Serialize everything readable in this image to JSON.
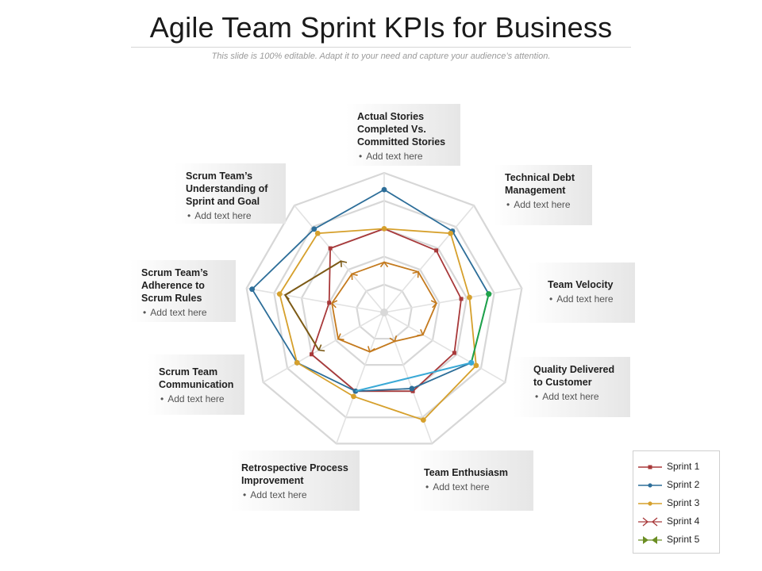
{
  "header": {
    "title": "Agile Team Sprint KPIs for Business",
    "subtitle": "This slide is 100% editable. Adapt it to your need and capture your audience’s attention."
  },
  "cards": [
    {
      "title": "Actual Stories Completed Vs. Committed Stories",
      "bullet": "Add text here"
    },
    {
      "title": "Technical Debt Management",
      "bullet": "Add text here"
    },
    {
      "title": "Team Velocity",
      "bullet": "Add text here"
    },
    {
      "title": "Quality Delivered to Customer",
      "bullet": "Add text here"
    },
    {
      "title": "Team Enthusiasm",
      "bullet": "Add text here"
    },
    {
      "title": "Retrospective Process Improvement",
      "bullet": "Add text here"
    },
    {
      "title": "Scrum Team Communication",
      "bullet": "Add text here"
    },
    {
      "title": "Scrum Team’s Adherence to Scrum Rules",
      "bullet": "Add text here"
    },
    {
      "title": "Scrum Team’s Understanding of Sprint and Goal",
      "bullet": "Add text here"
    }
  ],
  "chart_data": {
    "type": "radar",
    "categories": [
      "Actual Stories Completed Vs. Committed Stories",
      "Technical Debt Management",
      "Team Velocity",
      "Quality Delivered to Customer",
      "Team Enthusiasm",
      "Retrospective Process Improvement",
      "Scrum Team Communication",
      "Scrum Team’s Adherence to Scrum Rules",
      "Scrum Team’s Understanding of Sprint and Goal"
    ],
    "rlim": [
      0,
      5
    ],
    "grid_rings": 5,
    "grid": true,
    "legend_position": "bottom-right",
    "series": [
      {
        "name": "Sprint 1",
        "color": "#a8393a",
        "marker": "square",
        "values": [
          3.0,
          2.9,
          2.8,
          2.9,
          3.0,
          3.0,
          3.0,
          2.0,
          3.0
        ]
      },
      {
        "name": "Sprint 2",
        "color": "#2d6e99",
        "marker": "circle",
        "values": [
          4.4,
          3.8,
          3.8,
          3.6,
          2.9,
          3.0,
          3.6,
          4.8,
          3.9
        ]
      },
      {
        "name": "Sprint 3",
        "color": "#d6a02c",
        "marker": "circle",
        "values": [
          3.0,
          3.7,
          3.1,
          3.8,
          4.1,
          3.2,
          3.6,
          3.8,
          3.7
        ]
      },
      {
        "name": "Sprint 4",
        "color": "#c47a1e",
        "marker": "arrow",
        "values": [
          1.8,
          1.9,
          1.9,
          1.6,
          1.1,
          1.5,
          1.9,
          1.9,
          1.8
        ]
      },
      {
        "name": "Sprint 5",
        "color": "#7c5a16",
        "marker": "arrow",
        "values": [
          null,
          null,
          null,
          null,
          null,
          null,
          2.7,
          3.6,
          2.4
        ]
      }
    ],
    "highlight_segments": [
      {
        "color": "#1fa34a",
        "from_category": 2,
        "to_category": 3,
        "from_series": "Sprint 2",
        "to_series": "Sprint 2"
      },
      {
        "color": "#3aa9d6",
        "from_category": 3,
        "to_category": 5,
        "from_series": "Sprint 2",
        "to_series": "Sprint 2"
      }
    ]
  },
  "legend": {
    "items": [
      {
        "label": "Sprint 1",
        "color": "#a8393a",
        "icon": "line-square-marker"
      },
      {
        "label": "Sprint 2",
        "color": "#2d6e99",
        "icon": "line-circle-marker"
      },
      {
        "label": "Sprint 3",
        "color": "#d6a02c",
        "icon": "line-circle-marker"
      },
      {
        "label": "Sprint 4",
        "color": "#a8393a",
        "icon": "converging-arrows"
      },
      {
        "label": "Sprint 5",
        "color": "#6b8e23",
        "icon": "converging-arrows"
      }
    ]
  }
}
